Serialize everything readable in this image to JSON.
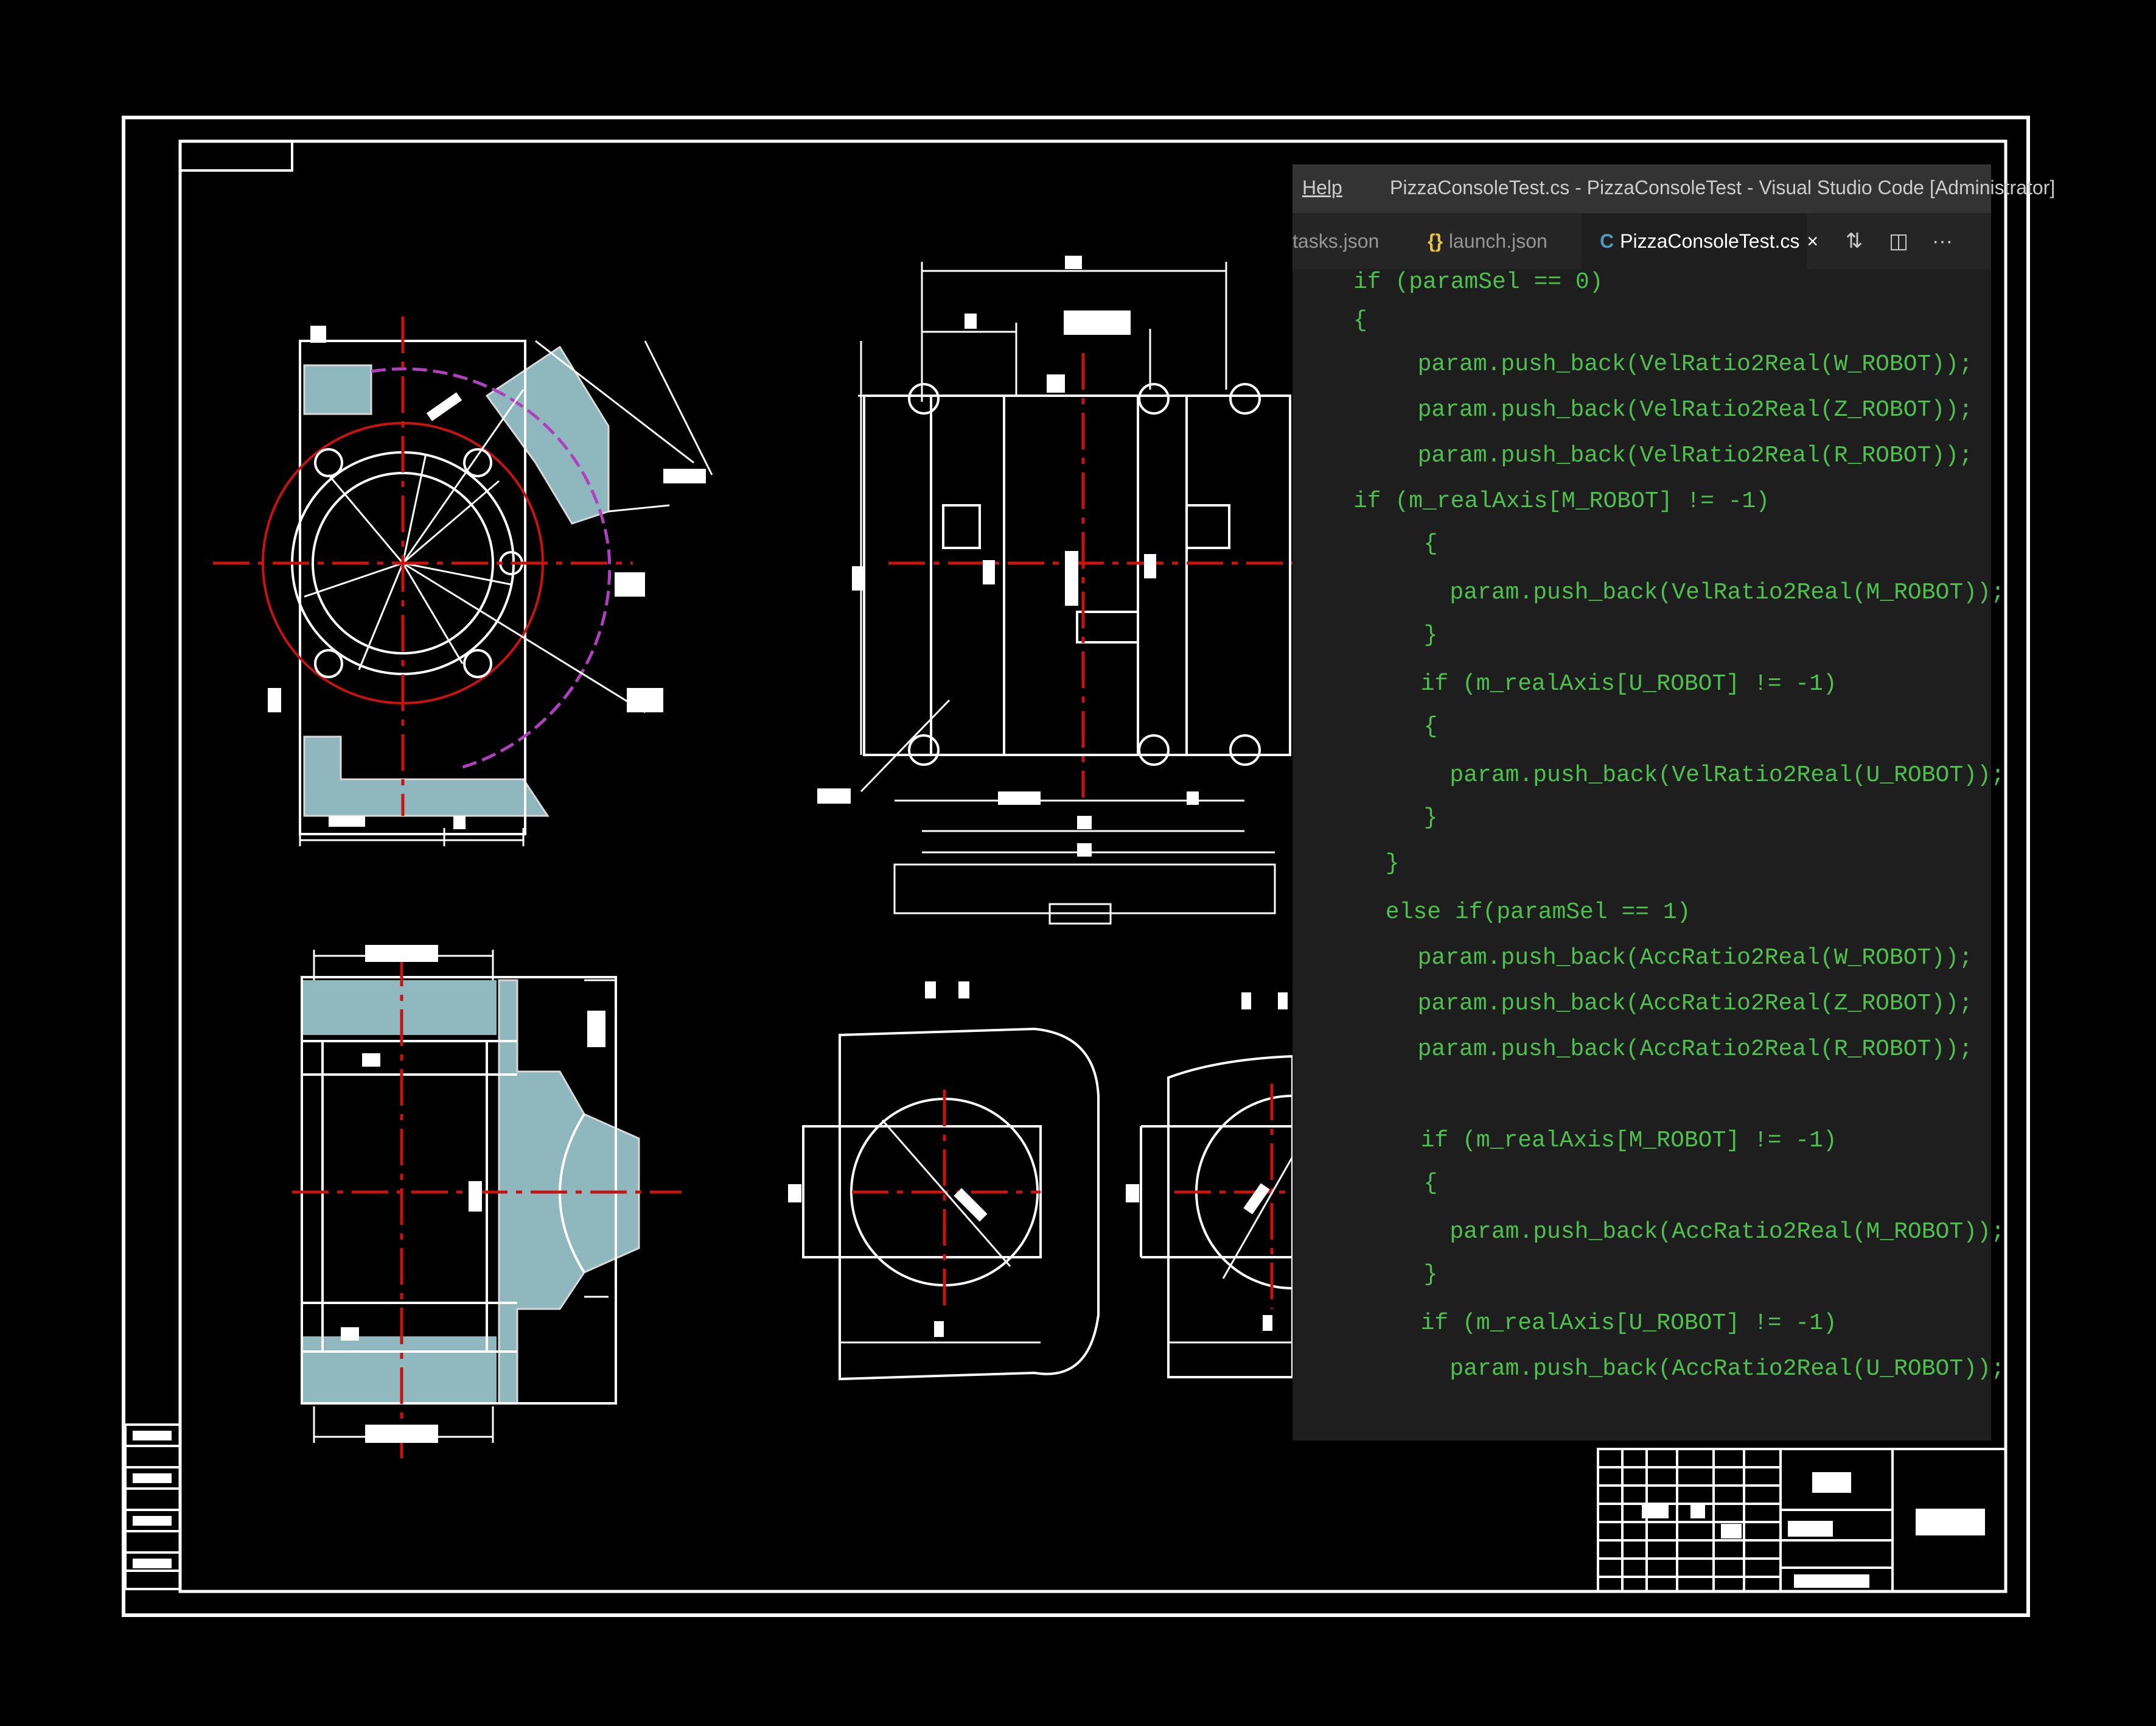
{
  "vscode": {
    "menu_help": "Help",
    "window_title": "PizzaConsoleTest.cs - PizzaConsoleTest - Visual Studio Code [Administrator]",
    "tabs": [
      {
        "label": "tasks.json",
        "icon": "",
        "active": false
      },
      {
        "label": "launch.json",
        "icon": "{}",
        "active": false
      },
      {
        "label": "PizzaConsoleTest.cs",
        "icon": "C",
        "active": true
      }
    ],
    "tab_close": "×",
    "actions": [
      {
        "name": "git-compare-icon",
        "glyph": "⇅"
      },
      {
        "name": "split-editor-icon",
        "glyph": "◫"
      },
      {
        "name": "more-actions-icon",
        "glyph": "···"
      }
    ],
    "code_lines": [
      "if (paramSel == 0)",
      "{",
      "  param.push_back(VelRatio2Real(W_ROBOT));",
      "  param.push_back(VelRatio2Real(Z_ROBOT));",
      "  param.push_back(VelRatio2Real(R_ROBOT));",
      "if (m_realAxis[M_ROBOT] != -1)",
      "  {",
      "   param.push_back(VelRatio2Real(M_ROBOT));",
      "  }",
      "  if (m_realAxis[U_ROBOT] != -1)",
      "  {",
      "   param.push_back(VelRatio2Real(U_ROBOT));",
      "  }",
      " }",
      " else if(paramSel == 1)",
      "  param.push_back(AccRatio2Real(W_ROBOT));",
      "  param.push_back(AccRatio2Real(Z_ROBOT));",
      "  param.push_back(AccRatio2Real(R_ROBOT));",
      "",
      "  if (m_realAxis[M_ROBOT] != -1)",
      "  {",
      "   param.push_back(AccRatio2Real(M_ROBOT));",
      "  }",
      "  if (m_realAxis[U_ROBOT] != -1)",
      "   param.push_back(AccRatio2Real(U_ROBOT));"
    ]
  },
  "colors": {
    "background": "#000000",
    "drawing_lines": "#ffffff",
    "centerlines": "#cc1111",
    "hatching": "#a8d8e0",
    "phantom": "#b040c0",
    "code_text": "#4ec04e",
    "editor_bg": "#1e1e1e"
  }
}
